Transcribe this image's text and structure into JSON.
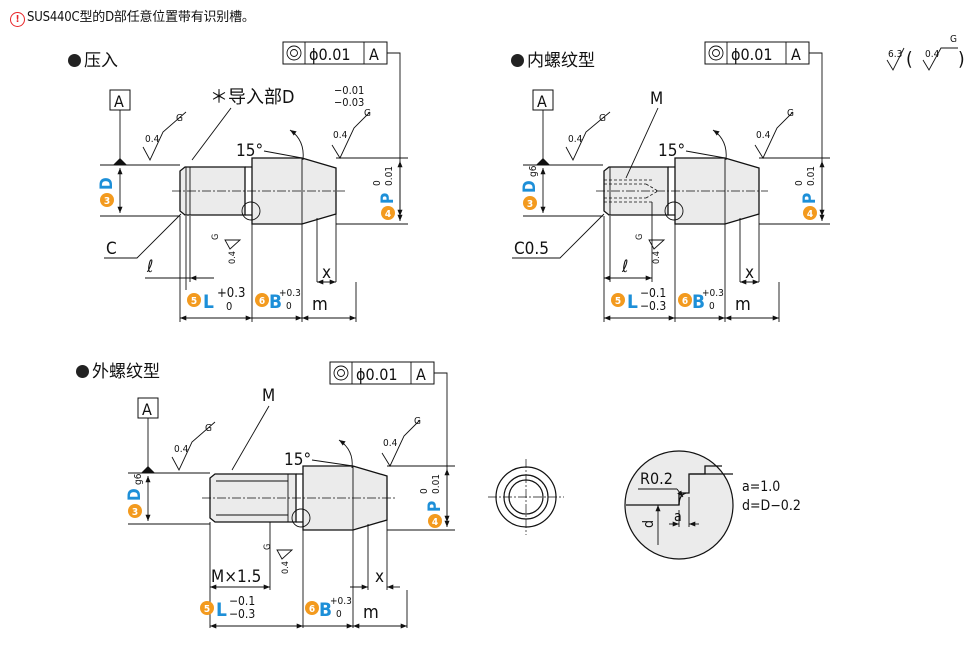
{
  "note": "SUS440C型的D部任意位置带有识别槽。",
  "note_icon": "warning-icon",
  "colors": {
    "accent_blue": "#1d8fd8",
    "badge_orange": "#f39a1e",
    "part_fill": "#ebebeb",
    "warning_red": "#e8262a"
  },
  "roughness": {
    "left": "6.3",
    "right": "0.4",
    "grade": "G"
  },
  "common": {
    "datum": "A",
    "tol_phi": "ϕ0.01",
    "rough": "0.4",
    "grade": "G",
    "angle": "15°",
    "x": "x",
    "m": "m",
    "ell": "ℓ",
    "zero": "0",
    "p_tol": "0.01",
    "plus03": "+0.3"
  },
  "badges": {
    "b3": "3",
    "b4": "4",
    "b5": "5",
    "b6": "6",
    "D": "D",
    "P": "P",
    "L": "L",
    "B": "B",
    "g6": "g6"
  },
  "press": {
    "title": "压入",
    "lead_label": "＊导入部D",
    "lead_tol_upper": "−0.01",
    "lead_tol_lower": "−0.03",
    "chamfer": "C"
  },
  "internal": {
    "title": "内螺纹型",
    "thread": "M",
    "chamfer": "C0.5",
    "l_upper": "−0.1",
    "l_lower": "−0.3"
  },
  "external": {
    "title": "外螺纹型",
    "thread": "M",
    "pitch": "M×1.5",
    "l_upper": "−0.1",
    "l_lower": "−0.3"
  },
  "detail": {
    "radius": "R0.2",
    "a_label": "a",
    "d_label": "d",
    "a_value": "a=1.0",
    "d_value": "d=D−0.2"
  }
}
